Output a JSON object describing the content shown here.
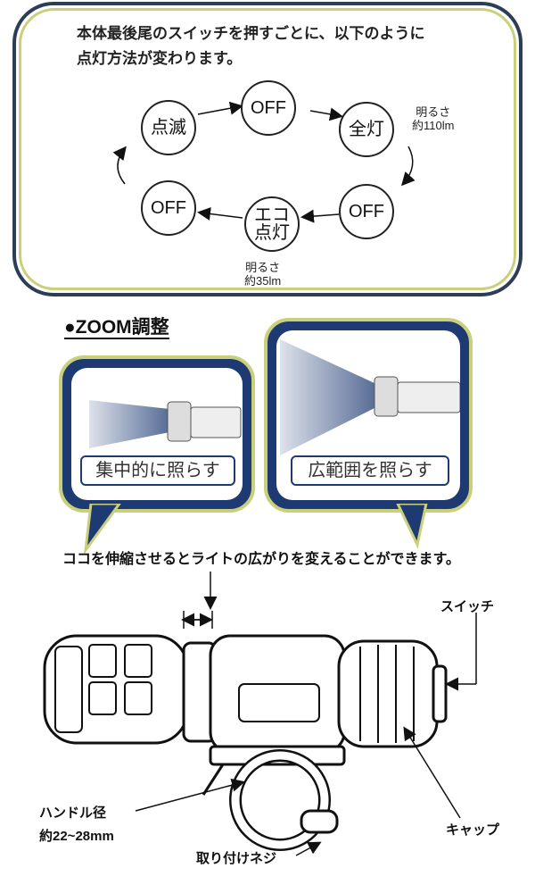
{
  "mode_panel": {
    "intro_line1": "本体最後尾のスイッチを押すごとに、以下のように",
    "intro_line2": "点灯方法が変わります。",
    "modes": {
      "off_top": "OFF",
      "full": "全灯",
      "off_right": "OFF",
      "eco_line1": "エコ",
      "eco_line2": "点灯",
      "off_left": "OFF",
      "blink": "点滅"
    },
    "full_brightness_line1": "明るさ",
    "full_brightness_line2": "約110lm",
    "eco_brightness_line1": "明るさ",
    "eco_brightness_line2": "約35lm"
  },
  "zoom": {
    "heading": "●ZOOM調整",
    "narrow_caption": "集中的に照らす",
    "wide_caption": "広範囲を照らす",
    "note": "ココを伸縮させるとライトの広がりを変えることができます。"
  },
  "product_labels": {
    "switch": "スイッチ",
    "handle_line1": "ハンドル径",
    "handle_line2": "約22~28mm",
    "cap": "キャップ",
    "screw": "取り付けネジ"
  },
  "colors": {
    "navy": "#1e3a73",
    "olive": "#c9cf7a",
    "frame": "#2c3e56"
  }
}
